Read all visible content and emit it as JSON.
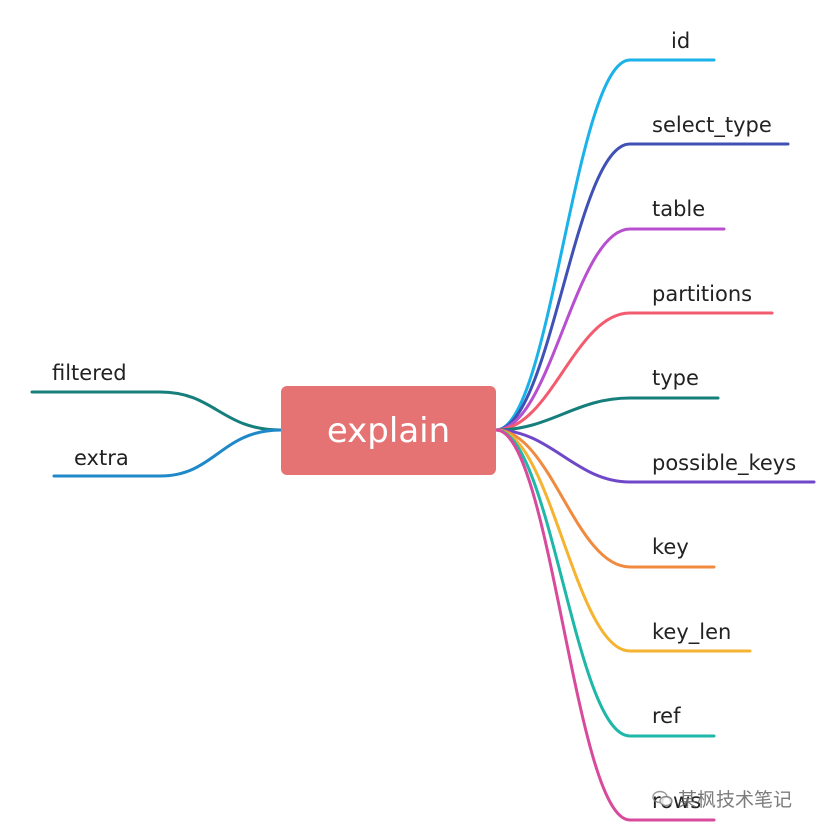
{
  "root": {
    "label": "explain"
  },
  "right_branches": [
    {
      "label": "id",
      "color": "#1ab2e8"
    },
    {
      "label": "select_type",
      "color": "#3f51b5"
    },
    {
      "label": "table",
      "color": "#b84fcf"
    },
    {
      "label": "partitions",
      "color": "#f25c6e"
    },
    {
      "label": "type",
      "color": "#167f7c"
    },
    {
      "label": "possible_keys",
      "color": "#6f47c9"
    },
    {
      "label": "key",
      "color": "#f08a3e"
    },
    {
      "label": "key_len",
      "color": "#f5b330"
    },
    {
      "label": "ref",
      "color": "#1fb8a8"
    },
    {
      "label": "rows",
      "color": "#d84a9c"
    }
  ],
  "left_branches": [
    {
      "label": "filtered",
      "color": "#167f7c"
    },
    {
      "label": "extra",
      "color": "#1e88c8"
    }
  ],
  "watermark": {
    "text": "某枫技术笔记",
    "icon": "wechat-icon"
  }
}
